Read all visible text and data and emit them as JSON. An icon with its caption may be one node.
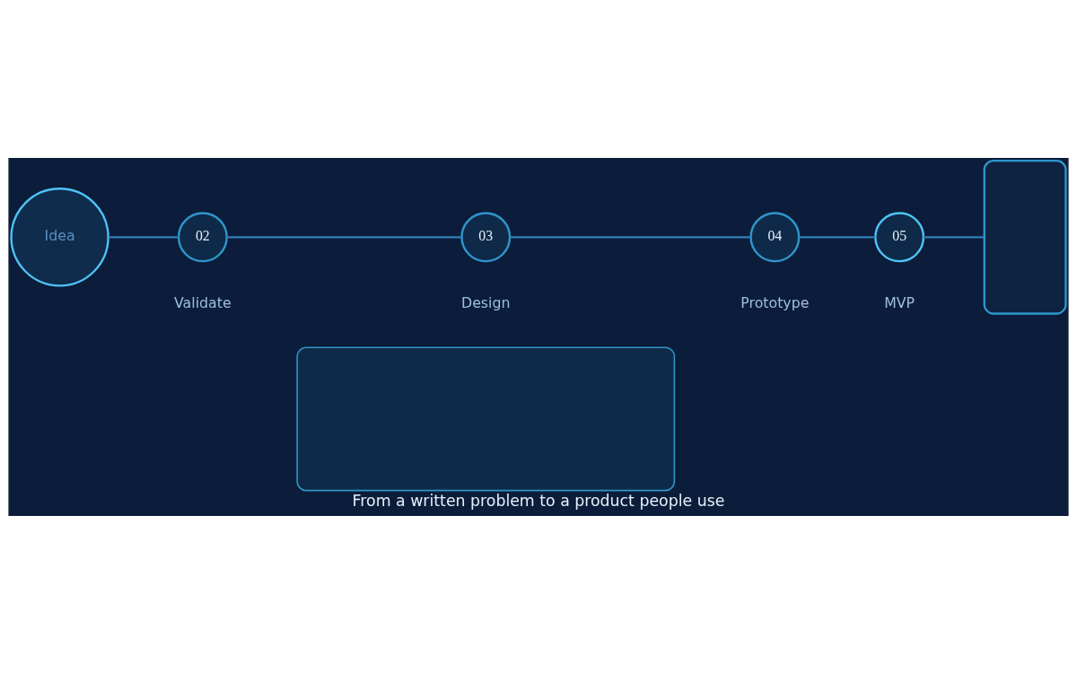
{
  "diagram": {
    "caption": "From a written problem to a product people use",
    "nodes": [
      {
        "text": [
          "Idea"
        ]
      },
      {
        "text": [
          "02"
        ],
        "beside": [
          "Validate"
        ]
      },
      {
        "text": [
          "03"
        ],
        "beside": [
          "Design"
        ]
      },
      {
        "text": [
          "04"
        ],
        "beside": [
          "Prototype"
        ]
      },
      {
        "text": [
          "05"
        ],
        "beside": [
          "MVP"
        ]
      },
      {
        "text": [],
        "shape": "box"
      },
      {
        "text": [],
        "shape": "box"
      }
    ],
    "edges": [
      {
        "from": 0,
        "to": 1,
        "arrow": "none"
      },
      {
        "from": 1,
        "to": 2,
        "arrow": "none"
      },
      {
        "from": 2,
        "to": 3,
        "arrow": "none"
      },
      {
        "from": 3,
        "to": 4,
        "arrow": "none"
      },
      {
        "from": 4,
        "to": 5,
        "arrow": "none"
      }
    ]
  }
}
